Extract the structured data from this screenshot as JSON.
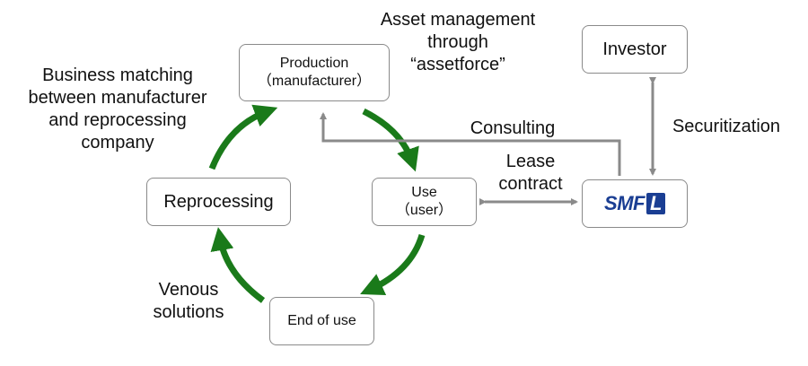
{
  "nodes": {
    "production": {
      "line1": "Production",
      "line2": "（manufacturer）"
    },
    "use": {
      "line1": "Use",
      "line2": "（user）"
    },
    "end_of_use": {
      "label": "End of use"
    },
    "reprocessing": {
      "label": "Reprocessing"
    },
    "investor": {
      "label": "Investor"
    },
    "smfl": {
      "logo_text": "SMF",
      "logo_mark": "L"
    }
  },
  "labels": {
    "asset_management": [
      "Asset management",
      "through",
      "“assetforce”"
    ],
    "business_matching": [
      "Business matching",
      "between manufacturer",
      "and reprocessing",
      "company"
    ],
    "consulting": "Consulting",
    "lease_contract": [
      "Lease",
      "contract"
    ],
    "securitization": "Securitization",
    "venous_solutions": [
      "Venous",
      "solutions"
    ]
  },
  "colors": {
    "cycle_arrow": "#1a7a1a",
    "connector": "#8a8a8a",
    "brand_blue": "#1a3e93"
  }
}
